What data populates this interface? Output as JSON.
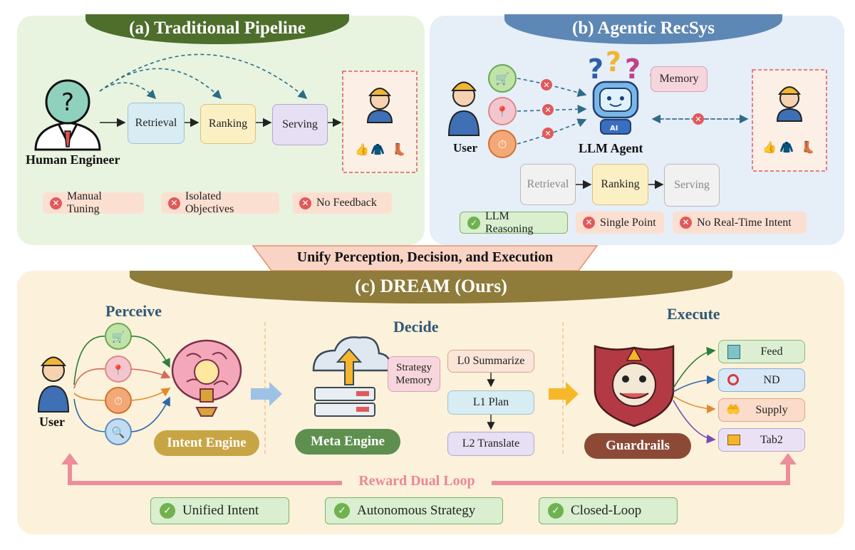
{
  "panel_a": {
    "title": "(a) Traditional Pipeline",
    "human_label": "Human Engineer",
    "pipeline": [
      "Retrieval",
      "Ranking",
      "Serving"
    ],
    "issues": [
      "Manual Tuning",
      "Isolated Objectives",
      "No Feedback"
    ]
  },
  "panel_b": {
    "title": "(b) Agentic RecSys",
    "user_label": "User",
    "agent_label": "LLM Agent",
    "memory_label": "Memory",
    "pipeline": [
      "Retrieval",
      "Ranking",
      "Serving"
    ],
    "positive": "LLM Reasoning",
    "issues": [
      "Single Point",
      "No Real-Time Intent"
    ]
  },
  "banner": "Unify Perception, Decision, and Execution",
  "panel_c": {
    "title": "(c) DREAM (Ours)",
    "perceive": "Perceive",
    "decide": "Decide",
    "execute": "Execute",
    "user_label": "User",
    "intent_engine": "Intent Engine",
    "meta_engine": "Meta Engine",
    "guardrails": "Guardrails",
    "strategy_memory": "Strategy Memory",
    "levels": [
      "L0 Summarize",
      "L1 Plan",
      "L2 Translate"
    ],
    "outputs": [
      "Feed",
      "ND",
      "Supply",
      "Tab2"
    ],
    "loop": "Reward Dual Loop",
    "benefits": [
      "Unified Intent",
      "Autonomous Strategy",
      "Closed-Loop"
    ]
  },
  "colors": {
    "panel_a_bg": "#e8f4e0",
    "panel_b_bg": "#e6eef8",
    "panel_c_bg": "#fcf1da",
    "retrieval": "#d8ecf3",
    "ranking": "#fbefc4",
    "serving": "#e7dff3",
    "loop": "#ec8d9a"
  }
}
